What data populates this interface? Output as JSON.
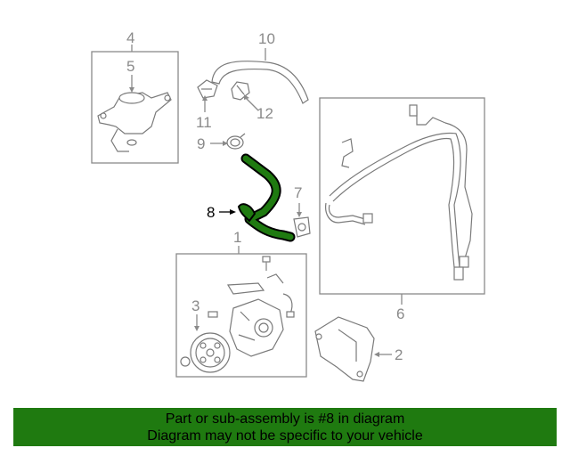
{
  "colors": {
    "highlight": "#1f7a10",
    "line": "#8a8a8a",
    "footer_bg": "#1f7a10"
  },
  "callouts": {
    "c1": "1",
    "c2": "2",
    "c3": "3",
    "c4": "4",
    "c5": "5",
    "c6": "6",
    "c7": "7",
    "c8": "8",
    "c9": "9",
    "c10": "10",
    "c11": "11",
    "c12": "12"
  },
  "footer": {
    "line1": "Part or sub-assembly is #8 in diagram",
    "line2": "Diagram may not be specific to your vehicle"
  }
}
